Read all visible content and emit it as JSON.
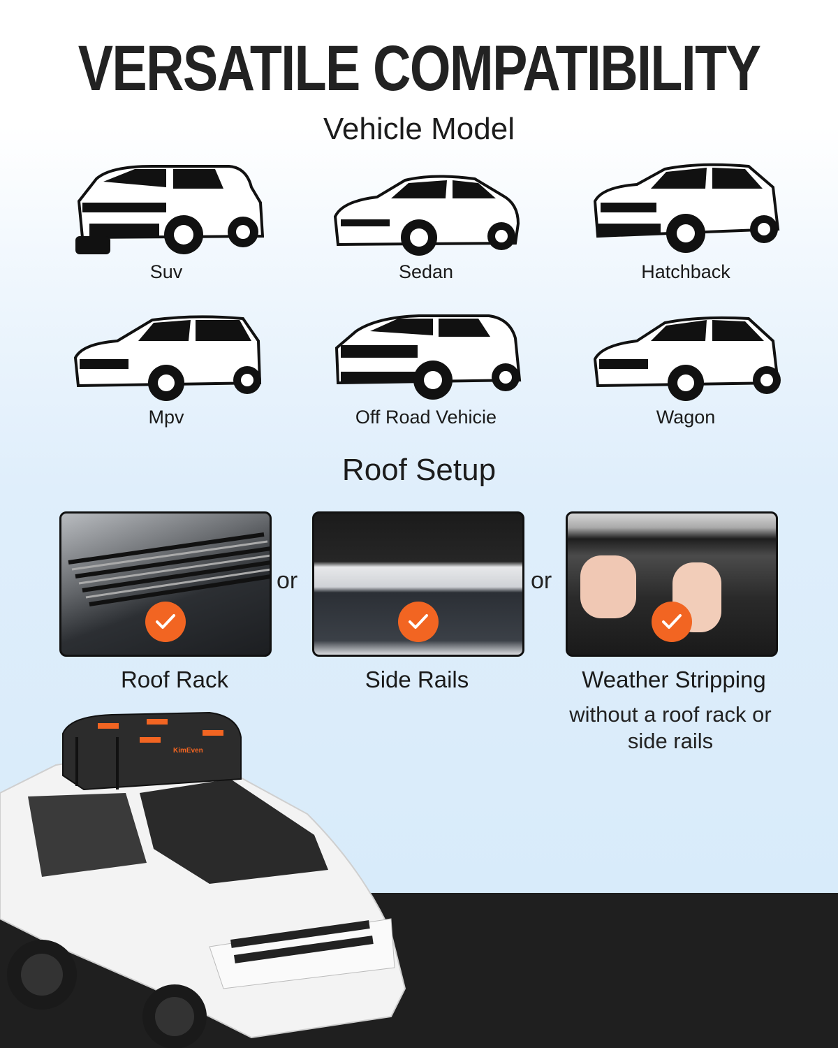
{
  "header": {
    "title": "VERSATILE COMPATIBILITY"
  },
  "vehicle_model": {
    "heading": "Vehicle Model",
    "vehicles": [
      {
        "label": "Suv",
        "icon": "suv-car-icon"
      },
      {
        "label": "Sedan",
        "icon": "sedan-car-icon"
      },
      {
        "label": "Hatchback",
        "icon": "hatchback-car-icon"
      },
      {
        "label": "Mpv",
        "icon": "mpv-car-icon"
      },
      {
        "label": "Off Road Vehicie",
        "icon": "off-road-car-icon"
      },
      {
        "label": "Wagon",
        "icon": "wagon-car-icon"
      }
    ]
  },
  "roof_setup": {
    "heading": "Roof Setup",
    "separator": "or",
    "options": [
      {
        "label": "Roof Rack",
        "image": "roof-rack-photo",
        "badge": "check-icon"
      },
      {
        "label": "Side Rails",
        "image": "side-rails-photo",
        "badge": "check-icon"
      },
      {
        "label": "Weather Stripping",
        "image": "weather-stripping-photo",
        "badge": "check-icon",
        "note": "without a roof rack or side rails"
      }
    ]
  },
  "product": {
    "brand_mark": "KimEven",
    "image": "car-with-roof-bag"
  },
  "colors": {
    "accent_orange": "#f26522",
    "title_black": "#222222",
    "background_light_blue": "#d8ebfa",
    "ground_dark": "#1f1f1f"
  }
}
